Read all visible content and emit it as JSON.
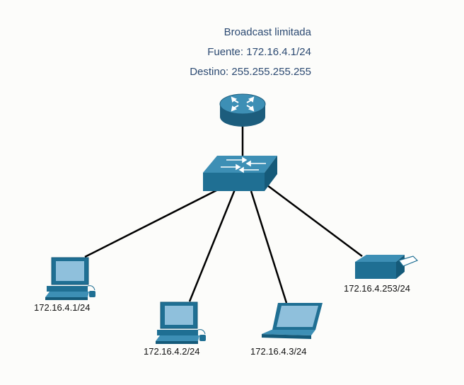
{
  "header": {
    "title": "Broadcast limitada",
    "source": "Fuente: 172.16.4.1/24",
    "destination": "Destino: 255.255.255.255"
  },
  "devices": {
    "pc1": {
      "label": "172.16.4.1/24",
      "icon": "desktop-pc-icon"
    },
    "pc2": {
      "label": "172.16.4.2/24",
      "icon": "desktop-pc-icon"
    },
    "laptop": {
      "label": "172.16.4.3/24",
      "icon": "laptop-icon"
    },
    "printer": {
      "label": "172.16.4.253/24",
      "icon": "printer-icon"
    },
    "router": {
      "icon": "router-icon"
    },
    "switch": {
      "icon": "switch-icon"
    }
  },
  "colors": {
    "device": "#1f6f93",
    "device_light": "#3d8fb5",
    "text": "#2c4a72",
    "link": "#000000"
  }
}
